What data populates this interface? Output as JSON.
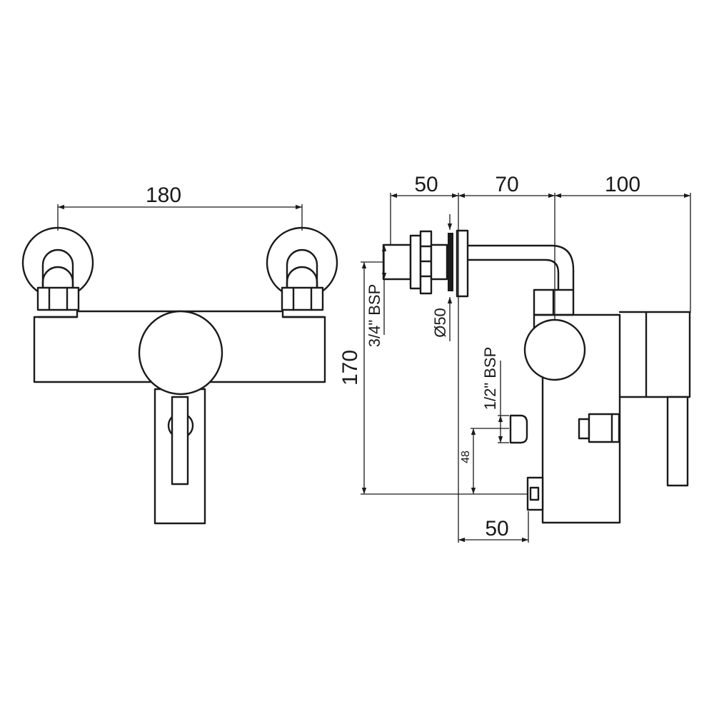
{
  "dimensions": {
    "front_width": "180",
    "side_top_1": "50",
    "side_top_2": "70",
    "side_top_3": "100",
    "overall_height": "170",
    "inlet_thread": "3/4\" BSP",
    "flange_diameter": "Ø50",
    "outlet_thread": "1/2\" BSP",
    "outlet_height": "48",
    "bottom_depth": "50"
  },
  "colors": {
    "line": "#1a1a1a",
    "background": "#ffffff"
  }
}
